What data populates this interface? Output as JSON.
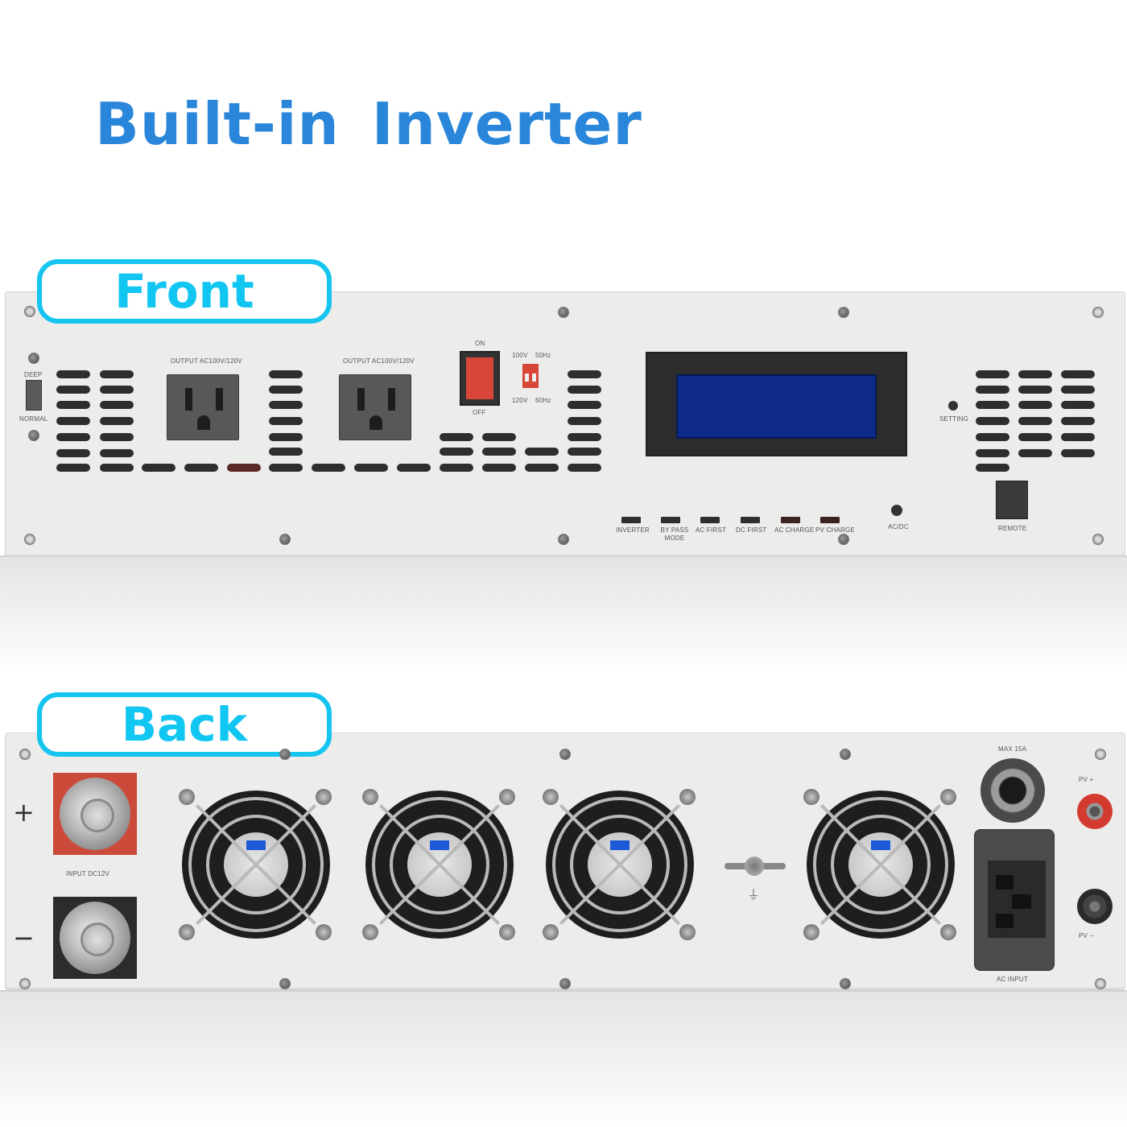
{
  "page": {
    "title": "Built-in  Inverter",
    "colors": {
      "title": "#2a86da",
      "label_pill": "#12c6f2",
      "panel": "#ececeb",
      "lcd": "#0c2a86",
      "terminal_positive": "#d8463a"
    }
  },
  "front": {
    "label": "Front",
    "mode_switch": {
      "top_label": "DEEP",
      "bottom_label": "NORMAL"
    },
    "outlets": [
      {
        "label": "OUTPUT  AC100V/120V"
      },
      {
        "label": "OUTPUT  AC100V/120V"
      }
    ],
    "power_switch": {
      "on_label": "ON",
      "off_label": "OFF"
    },
    "dip_switch": {
      "v_top": "100V",
      "v_bottom": "120V",
      "hz_top": "50Hz",
      "hz_bottom": "60Hz"
    },
    "setting_label": "SETTING",
    "remote_label": "REMOTE",
    "acdc_label": "AC/DC",
    "indicators": [
      {
        "label": "INVERTER"
      },
      {
        "label": "BY PASS MODE"
      },
      {
        "label": "AC FIRST"
      },
      {
        "label": "DC FIRST"
      },
      {
        "label": "AC CHARGE"
      },
      {
        "label": "PV CHARGE"
      }
    ]
  },
  "back": {
    "label": "Back",
    "dc_input": {
      "plus": "+",
      "minus": "−",
      "label": "INPUT DC12V"
    },
    "fan_count": 4,
    "ground_symbol": "⏚",
    "breaker_label": "MAX 15A",
    "ac_input_label": "AC INPUT",
    "pv_plus": "PV +",
    "pv_minus": "PV −"
  }
}
